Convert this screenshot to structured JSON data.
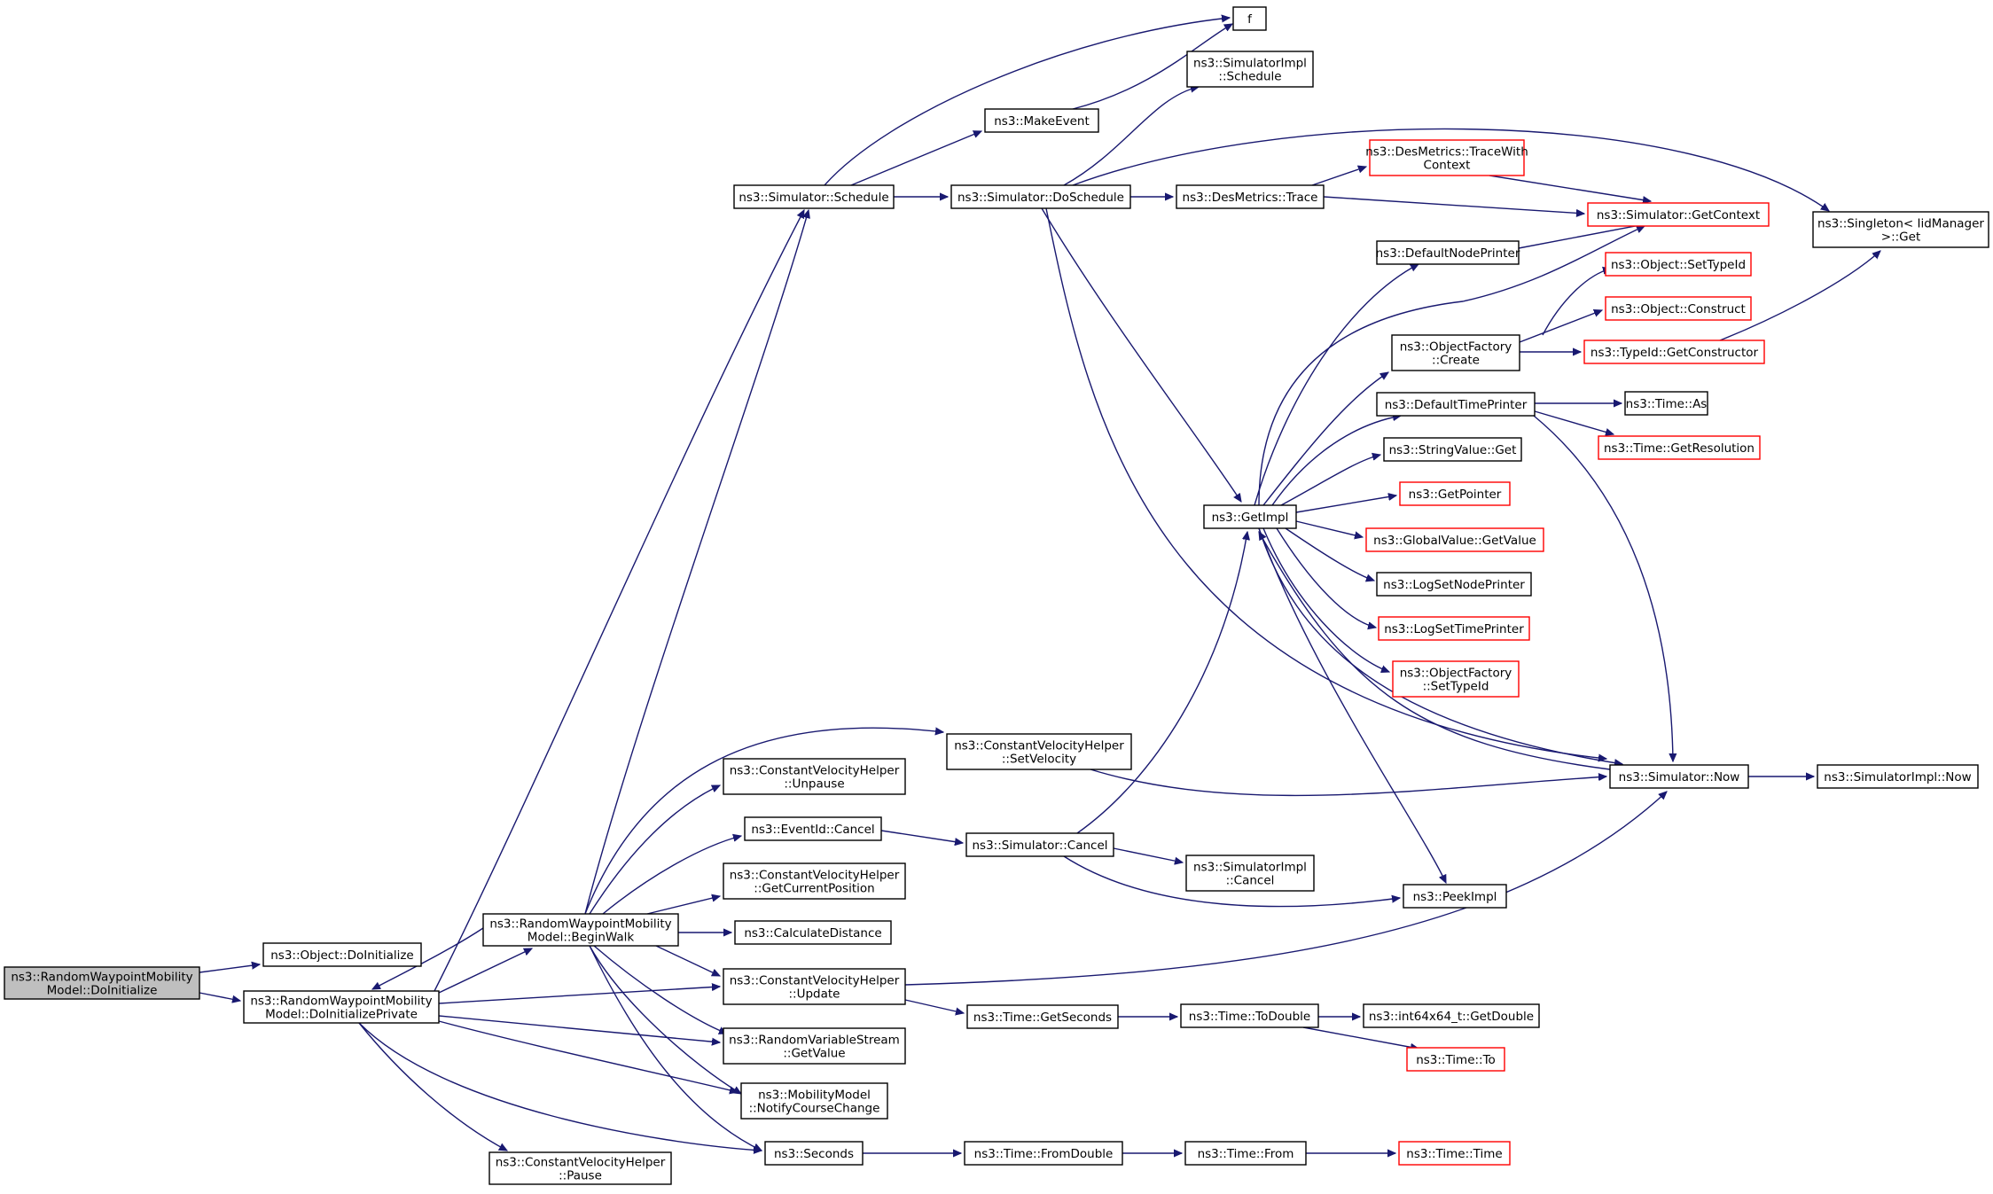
{
  "diagram": {
    "nodes": [
      {
        "id": "root",
        "lines": [
          "ns3::RandomWaypointMobility",
          "Model::DoInitialize"
        ],
        "style": "root"
      },
      {
        "id": "objdoinit",
        "lines": [
          "ns3::Object::DoInitialize"
        ],
        "style": "normal"
      },
      {
        "id": "doinitpriv",
        "lines": [
          "ns3::RandomWaypointMobility",
          "Model::DoInitializePrivate"
        ],
        "style": "normal"
      },
      {
        "id": "beginwalk",
        "lines": [
          "ns3::RandomWaypointMobility",
          "Model::BeginWalk"
        ],
        "style": "normal"
      },
      {
        "id": "pause",
        "lines": [
          "ns3::ConstantVelocityHelper",
          "::Pause"
        ],
        "style": "normal"
      },
      {
        "id": "schedule",
        "lines": [
          "ns3::Simulator::Schedule"
        ],
        "style": "normal"
      },
      {
        "id": "makeevent",
        "lines": [
          "ns3::MakeEvent"
        ],
        "style": "normal"
      },
      {
        "id": "f",
        "lines": [
          "f"
        ],
        "style": "normal"
      },
      {
        "id": "simimplsched",
        "lines": [
          "ns3::SimulatorImpl",
          "::Schedule"
        ],
        "style": "normal"
      },
      {
        "id": "doschedule",
        "lines": [
          "ns3::Simulator::DoSchedule"
        ],
        "style": "normal"
      },
      {
        "id": "destrace",
        "lines": [
          "ns3::DesMetrics::Trace"
        ],
        "style": "normal"
      },
      {
        "id": "destracectx",
        "lines": [
          "ns3::DesMetrics::TraceWith",
          "Context"
        ],
        "style": "red"
      },
      {
        "id": "getcontext",
        "lines": [
          "ns3::Simulator::GetContext"
        ],
        "style": "red"
      },
      {
        "id": "singleton",
        "lines": [
          "ns3::Singleton< IidManager",
          " >::Get"
        ],
        "style": "normal"
      },
      {
        "id": "defnodeprinter",
        "lines": [
          "ns3::DefaultNodePrinter"
        ],
        "style": "normal"
      },
      {
        "id": "settypeid",
        "lines": [
          "ns3::Object::SetTypeId"
        ],
        "style": "red"
      },
      {
        "id": "construct",
        "lines": [
          "ns3::Object::Construct"
        ],
        "style": "red"
      },
      {
        "id": "objfactcreate",
        "lines": [
          "ns3::ObjectFactory",
          "::Create"
        ],
        "style": "normal"
      },
      {
        "id": "getconstructor",
        "lines": [
          "ns3::TypeId::GetConstructor"
        ],
        "style": "red"
      },
      {
        "id": "deftimeprinter",
        "lines": [
          "ns3::DefaultTimePrinter"
        ],
        "style": "normal"
      },
      {
        "id": "timeas",
        "lines": [
          "ns3::Time::As"
        ],
        "style": "normal"
      },
      {
        "id": "getresolution",
        "lines": [
          "ns3::Time::GetResolution"
        ],
        "style": "red"
      },
      {
        "id": "stringvalueget",
        "lines": [
          "ns3::StringValue::Get"
        ],
        "style": "normal"
      },
      {
        "id": "getpointer",
        "lines": [
          "ns3::GetPointer"
        ],
        "style": "red"
      },
      {
        "id": "getimpl",
        "lines": [
          "ns3::GetImpl"
        ],
        "style": "normal"
      },
      {
        "id": "globalvalue",
        "lines": [
          "ns3::GlobalValue::GetValue"
        ],
        "style": "red"
      },
      {
        "id": "logsetnode",
        "lines": [
          "ns3::LogSetNodePrinter"
        ],
        "style": "normal"
      },
      {
        "id": "logsettime",
        "lines": [
          "ns3::LogSetTimePrinter"
        ],
        "style": "red"
      },
      {
        "id": "objfactsettypeid",
        "lines": [
          "ns3::ObjectFactory",
          "::SetTypeId"
        ],
        "style": "red"
      },
      {
        "id": "setvelocity",
        "lines": [
          "ns3::ConstantVelocityHelper",
          "::SetVelocity"
        ],
        "style": "normal"
      },
      {
        "id": "unpause",
        "lines": [
          "ns3::ConstantVelocityHelper",
          "::Unpause"
        ],
        "style": "normal"
      },
      {
        "id": "simnow",
        "lines": [
          "ns3::Simulator::Now"
        ],
        "style": "normal"
      },
      {
        "id": "simimplnow",
        "lines": [
          "ns3::SimulatorImpl::Now"
        ],
        "style": "normal"
      },
      {
        "id": "eventcancel",
        "lines": [
          "ns3::EventId::Cancel"
        ],
        "style": "normal"
      },
      {
        "id": "simcancel",
        "lines": [
          "ns3::Simulator::Cancel"
        ],
        "style": "normal"
      },
      {
        "id": "simimplcancel",
        "lines": [
          "ns3::SimulatorImpl",
          "::Cancel"
        ],
        "style": "normal"
      },
      {
        "id": "getcurpos",
        "lines": [
          "ns3::ConstantVelocityHelper",
          "::GetCurrentPosition"
        ],
        "style": "normal"
      },
      {
        "id": "peekimpl",
        "lines": [
          "ns3::PeekImpl"
        ],
        "style": "normal"
      },
      {
        "id": "calcdist",
        "lines": [
          "ns3::CalculateDistance"
        ],
        "style": "normal"
      },
      {
        "id": "cvhupdate",
        "lines": [
          "ns3::ConstantVelocityHelper",
          "::Update"
        ],
        "style": "normal"
      },
      {
        "id": "getseconds",
        "lines": [
          "ns3::Time::GetSeconds"
        ],
        "style": "normal"
      },
      {
        "id": "todouble",
        "lines": [
          "ns3::Time::ToDouble"
        ],
        "style": "normal"
      },
      {
        "id": "int64getdouble",
        "lines": [
          "ns3::int64x64_t::GetDouble"
        ],
        "style": "normal"
      },
      {
        "id": "timeto",
        "lines": [
          "ns3::Time::To"
        ],
        "style": "red"
      },
      {
        "id": "rvsgetvalue",
        "lines": [
          "ns3::RandomVariableStream",
          "::GetValue"
        ],
        "style": "normal"
      },
      {
        "id": "notifycourse",
        "lines": [
          "ns3::MobilityModel",
          "::NotifyCourseChange"
        ],
        "style": "normal"
      },
      {
        "id": "seconds",
        "lines": [
          "ns3::Seconds"
        ],
        "style": "normal"
      },
      {
        "id": "fromdouble",
        "lines": [
          "ns3::Time::FromDouble"
        ],
        "style": "normal"
      },
      {
        "id": "timefrom",
        "lines": [
          "ns3::Time::From"
        ],
        "style": "normal"
      },
      {
        "id": "timetime",
        "lines": [
          "ns3::Time::Time"
        ],
        "style": "red"
      }
    ],
    "edges": [
      [
        "root",
        "objdoinit"
      ],
      [
        "root",
        "doinitpriv"
      ],
      [
        "doinitpriv",
        "beginwalk"
      ],
      [
        "doinitpriv",
        "pause"
      ],
      [
        "doinitpriv",
        "schedule"
      ],
      [
        "doinitpriv",
        "cvhupdate"
      ],
      [
        "doinitpriv",
        "rvsgetvalue"
      ],
      [
        "doinitpriv",
        "notifycourse"
      ],
      [
        "doinitpriv",
        "seconds"
      ],
      [
        "beginwalk",
        "doinitpriv"
      ],
      [
        "beginwalk",
        "schedule"
      ],
      [
        "beginwalk",
        "setvelocity"
      ],
      [
        "beginwalk",
        "unpause"
      ],
      [
        "beginwalk",
        "eventcancel"
      ],
      [
        "beginwalk",
        "getcurpos"
      ],
      [
        "beginwalk",
        "calcdist"
      ],
      [
        "beginwalk",
        "cvhupdate"
      ],
      [
        "beginwalk",
        "rvsgetvalue"
      ],
      [
        "beginwalk",
        "notifycourse"
      ],
      [
        "beginwalk",
        "seconds"
      ],
      [
        "schedule",
        "f"
      ],
      [
        "schedule",
        "makeevent"
      ],
      [
        "schedule",
        "doschedule"
      ],
      [
        "makeevent",
        "f"
      ],
      [
        "doschedule",
        "simimplsched"
      ],
      [
        "doschedule",
        "destrace"
      ],
      [
        "doschedule",
        "singleton"
      ],
      [
        "doschedule",
        "getimpl"
      ],
      [
        "doschedule",
        "simnow"
      ],
      [
        "destrace",
        "destracectx"
      ],
      [
        "destrace",
        "getcontext"
      ],
      [
        "destracectx",
        "getcontext"
      ],
      [
        "defnodeprinter",
        "getcontext"
      ],
      [
        "getimpl",
        "getcontext"
      ],
      [
        "getimpl",
        "defnodeprinter"
      ],
      [
        "getimpl",
        "objfactcreate"
      ],
      [
        "getimpl",
        "deftimeprinter"
      ],
      [
        "getimpl",
        "stringvalueget"
      ],
      [
        "getimpl",
        "getpointer"
      ],
      [
        "getimpl",
        "globalvalue"
      ],
      [
        "getimpl",
        "logsetnode"
      ],
      [
        "getimpl",
        "logsettime"
      ],
      [
        "getimpl",
        "objfactsettypeid"
      ],
      [
        "getimpl",
        "peekimpl"
      ],
      [
        "getimpl",
        "simnow"
      ],
      [
        "objfactcreate",
        "settypeid"
      ],
      [
        "objfactcreate",
        "construct"
      ],
      [
        "objfactcreate",
        "getconstructor"
      ],
      [
        "getconstructor",
        "singleton"
      ],
      [
        "deftimeprinter",
        "timeas"
      ],
      [
        "deftimeprinter",
        "getresolution"
      ],
      [
        "deftimeprinter",
        "simnow"
      ],
      [
        "simnow",
        "getimpl"
      ],
      [
        "simnow",
        "simimplnow"
      ],
      [
        "setvelocity",
        "simnow"
      ],
      [
        "eventcancel",
        "simcancel"
      ],
      [
        "simcancel",
        "getimpl"
      ],
      [
        "simcancel",
        "simimplcancel"
      ],
      [
        "simcancel",
        "peekimpl"
      ],
      [
        "cvhupdate",
        "simnow"
      ],
      [
        "cvhupdate",
        "getseconds"
      ],
      [
        "getseconds",
        "todouble"
      ],
      [
        "todouble",
        "int64getdouble"
      ],
      [
        "todouble",
        "timeto"
      ],
      [
        "seconds",
        "fromdouble"
      ],
      [
        "fromdouble",
        "timefrom"
      ],
      [
        "timefrom",
        "timetime"
      ]
    ]
  }
}
